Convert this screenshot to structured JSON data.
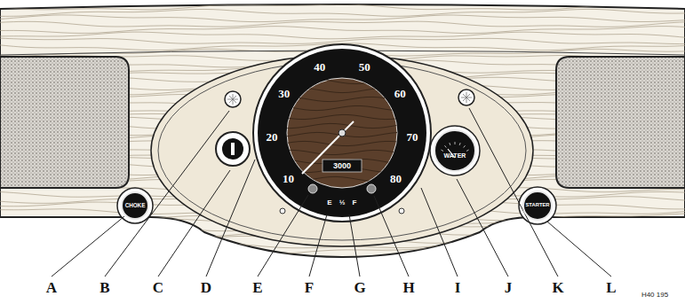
{
  "diagram": {
    "nodes": [
      {
        "text": [
          "CHOKE"
        ]
      },
      {
        "text": [
          "10",
          "20",
          "30",
          "40",
          "50",
          "60",
          "70",
          "80"
        ]
      },
      {
        "text": [
          "WATER"
        ]
      },
      {
        "text": [
          "STARTER"
        ]
      }
    ],
    "labels": [
      "A",
      "B",
      "C",
      "D",
      "E",
      "F",
      "G",
      "H",
      "I",
      "J",
      "K",
      "L",
      "3000",
      "E",
      "½",
      "F",
      "H40 195"
    ]
  }
}
